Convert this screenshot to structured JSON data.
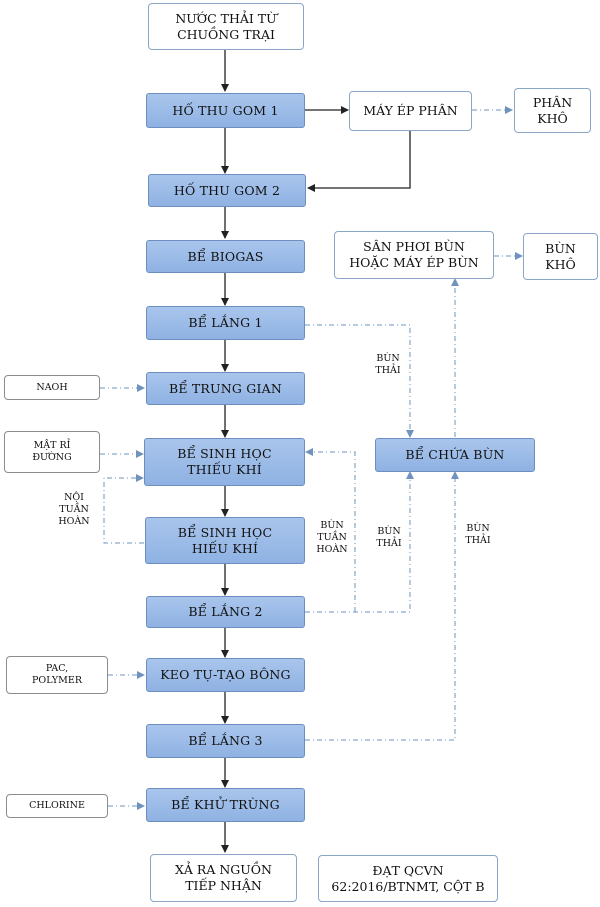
{
  "nodes": {
    "wastewater": [
      "NƯỚC THẢI TỪ",
      "CHUỒNG TRẠI"
    ],
    "collect1": "HỐ THU GOM 1",
    "press": "MÁY ÉP PHÂN",
    "dry_manure": [
      "PHÂN",
      "KHÔ"
    ],
    "collect2": "HỐ THU GOM 2",
    "biogas": "BỂ BIOGAS",
    "settle1": "BỂ LẮNG 1",
    "intermediate": "BỂ TRUNG GIAN",
    "anoxic": [
      "BỂ SINH HỌC",
      "THIẾU KHÍ"
    ],
    "aerobic": [
      "BỂ SINH HỌC",
      "HIẾU KHÍ"
    ],
    "settle2": "BỂ LẮNG 2",
    "coag": "KEO TỤ-TẠO BÔNG",
    "settle3": "BỂ LẮNG 3",
    "disinfect": "BỂ KHỬ TRÙNG",
    "discharge": [
      "XẢ RA NGUỒN",
      "TIẾP NHẬN"
    ],
    "standard": [
      "ĐẠT QCVN",
      "62:2016/BTNMT, CỘT B"
    ],
    "sludge_tank": "BỂ CHỨA BÙN",
    "sludge_dry_bed": [
      "SÂN PHƠI BÙN",
      "HOẶC MÁY ÉP BÙN"
    ],
    "dry_sludge": [
      "BÙN",
      "KHÔ"
    ]
  },
  "inputs": {
    "naoh": "NAOH",
    "molasses": [
      "MẬT RỈ",
      "ĐƯỜNG"
    ],
    "pac": [
      "PAC,",
      "POLYMER"
    ],
    "chlorine": "CHLORINE"
  },
  "labels": {
    "internal_recycle": [
      "NỘI",
      "TUẦN",
      "HOÀN"
    ],
    "sludge_recycle": [
      "BÙN",
      "TUẦN",
      "HOÀN"
    ],
    "sludge1": [
      "BÙN",
      "THẢI"
    ],
    "sludge2": [
      "BÙN",
      "THẢI"
    ],
    "sludge3": [
      "BÙN",
      "THẢI"
    ]
  },
  "colors": {
    "process_fill": "#9dbce8",
    "process_border": "#6d8fbf",
    "dashed_line": "#6f93bd",
    "solid_line": "#222222"
  }
}
